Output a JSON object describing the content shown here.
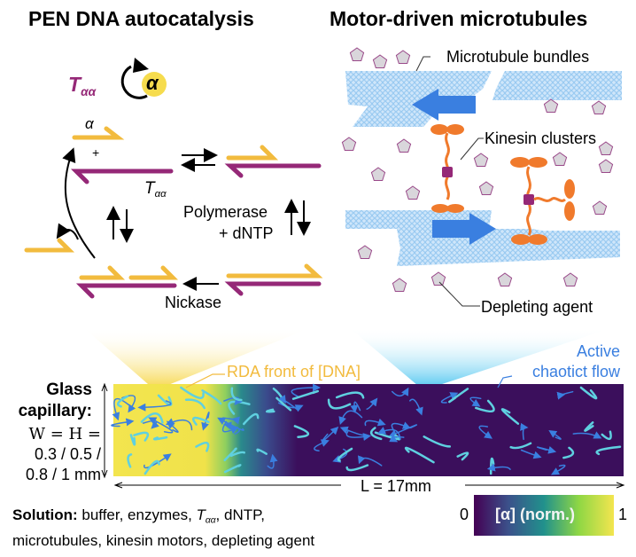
{
  "titles": {
    "left": "PEN DNA autocatalysis",
    "right": "Motor-driven microtubules"
  },
  "pen": {
    "template_symbol": "T",
    "template_subscript": "αα",
    "alpha_symbol": "α",
    "plus": "+",
    "polymerase_line1": "Polymerase",
    "polymerase_line2": "+ dNTP",
    "nickase": "Nickase"
  },
  "microtubule": {
    "bundles_label": "Microtubule bundles",
    "kinesin_label": "Kinesin clusters",
    "depleting_label": "Depleting agent"
  },
  "capillary": {
    "label_line1": "Glass",
    "label_line2": "capillary:",
    "dims_line1": "W = H =",
    "dims_line2": "0.3 / 0.5 /",
    "dims_line3": "0.8 / 1 mm",
    "length_label": "L = 17mm",
    "rda_label": "RDA front of [DNA]",
    "flow_label_line1": "Active",
    "flow_label_line2": "chaotict flow"
  },
  "solution": {
    "bold": "Solution:",
    "text_a": " buffer, enzymes, ",
    "t_symbol": "T",
    "t_sub": "αα",
    "text_b": ", dNTP,",
    "line2": "microtubules, kinesin motors, depleting agent"
  },
  "colorbar": {
    "min": "0",
    "max": "1",
    "label": "[α] (norm.)"
  },
  "colors": {
    "alpha_yellow": "#f2bb3e",
    "template_purple": "#952877",
    "flow_blue": "#3a7fe0",
    "stream_cyan": "#5fd0e0",
    "viridis_dark": "#3b0f5c",
    "viridis_yellow": "#f3e54f",
    "kinesin_orange": "#f07a2c",
    "mt_blue": "#a9d3f5"
  }
}
